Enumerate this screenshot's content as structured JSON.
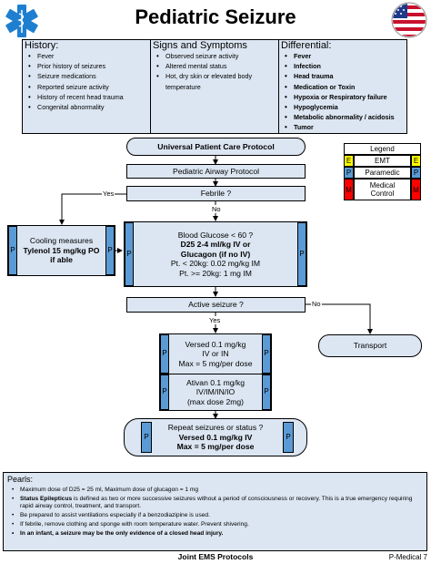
{
  "header": {
    "title": "Pediatric Seizure"
  },
  "history": {
    "heading": "History:",
    "items": [
      "Fever",
      "Prior history of seizures",
      "Seizure medications",
      "Reported seizure activity",
      "History of recent head trauma",
      "Congenital abnormality"
    ]
  },
  "signs": {
    "heading": "Signs and Symptoms",
    "items": [
      "Observed seizure activity",
      "Altered mental status",
      "Hot, dry skin or elevated body temperature"
    ]
  },
  "differential": {
    "heading": "Differential:",
    "items": [
      "Fever",
      "Infection",
      "Head trauma",
      "Medication or Toxin",
      "Hypoxia or Respiratory failure",
      "Hypoglycemia",
      "Metabolic abnormality / acidosis",
      "Tumor"
    ]
  },
  "legend": {
    "title": "Legend",
    "rows": [
      {
        "code": "E",
        "label": "EMT",
        "color": "#ffff00"
      },
      {
        "code": "P",
        "label": "Paramedic",
        "color": "#5b9bd5"
      },
      {
        "code": "M",
        "label": "Medical Control",
        "color": "#ff0000"
      }
    ]
  },
  "flow": {
    "universal": "Universal Patient Care Protocol",
    "airway": "Pediatric Airway Protocol",
    "febrile": "Febrile ?",
    "yes": "Yes",
    "no": "No",
    "cooling_line1": "Cooling measures",
    "cooling_line2": "Tylenol 15 mg/kg PO",
    "cooling_line3": "if able",
    "glucose_line1": "Blood Glucose < 60 ?",
    "glucose_line2": "D25 2-4 ml/kg IV or",
    "glucose_line3": "Glucagon (if no IV)",
    "glucose_line4": "Pt. < 20kg: 0.02 mg/kg IM",
    "glucose_line5": "Pt. >= 20kg: 1 mg IM",
    "active": "Active seizure ?",
    "transport": "Transport",
    "versed_line1": "Versed 0.1 mg/kg",
    "versed_line2": "IV or IN",
    "versed_line3": "Max = 5 mg/per dose",
    "ativan_line1": "Ativan 0.1 mg/kg",
    "ativan_line2": "IV/IM/IN/IO",
    "ativan_line3": "(max dose 2mg)",
    "repeat_line1": "Repeat seizures or status ?",
    "repeat_line2": "Versed 0.1 mg/kg IV",
    "repeat_line3": "Max = 5 mg/per dose",
    "p": "P"
  },
  "pearls": {
    "heading": "Pearls:",
    "item1": "Maximum dose of D25 = 25 ml, Maximum dose of glucagon = 1 mg",
    "item2_bold": "Status Epilepticus",
    "item2_rest": " is defined as two or more successive seizures without a period of consciousness or recovery. This is a true emergency requiring rapid airway control, treatment, and transport.",
    "item3": "Be prepared to assist ventilations especially if a benzodiazipine is used.",
    "item4": "If febrile, remove clothing and sponge with room temperature water. Prevent shivering.",
    "item5": "In an infant, a seizure may be the only evidence of a closed head injury."
  },
  "footer": {
    "center": "Joint EMS Protocols",
    "right": "P-Medical 7"
  }
}
